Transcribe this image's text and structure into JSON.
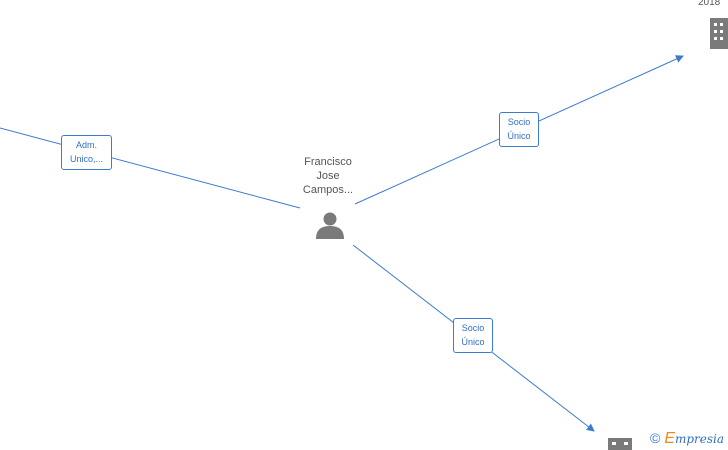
{
  "person": {
    "name_lines": [
      "Francisco",
      "Jose",
      "Campos..."
    ],
    "icon": "person-icon"
  },
  "edges": [
    {
      "id": "adm",
      "label_lines": [
        "Adm.",
        "Unico,..."
      ]
    },
    {
      "id": "socio-top",
      "label_lines": [
        "Socio",
        "Único"
      ]
    },
    {
      "id": "socio-bottom",
      "label_lines": [
        "Socio",
        "Único"
      ]
    }
  ],
  "companies": [
    {
      "id": "top-right",
      "year": "2018",
      "icon": "building-icon"
    },
    {
      "id": "bottom",
      "icon": "building-icon"
    }
  ],
  "footer": {
    "copyright_symbol": "©",
    "brand_initial": "E",
    "brand_rest": "mpresia"
  },
  "colors": {
    "edge": "#3b7bd0",
    "label_text": "#2f6fc4",
    "node_icon": "#7a7a7a",
    "brand_accent": "#f08a1c"
  }
}
